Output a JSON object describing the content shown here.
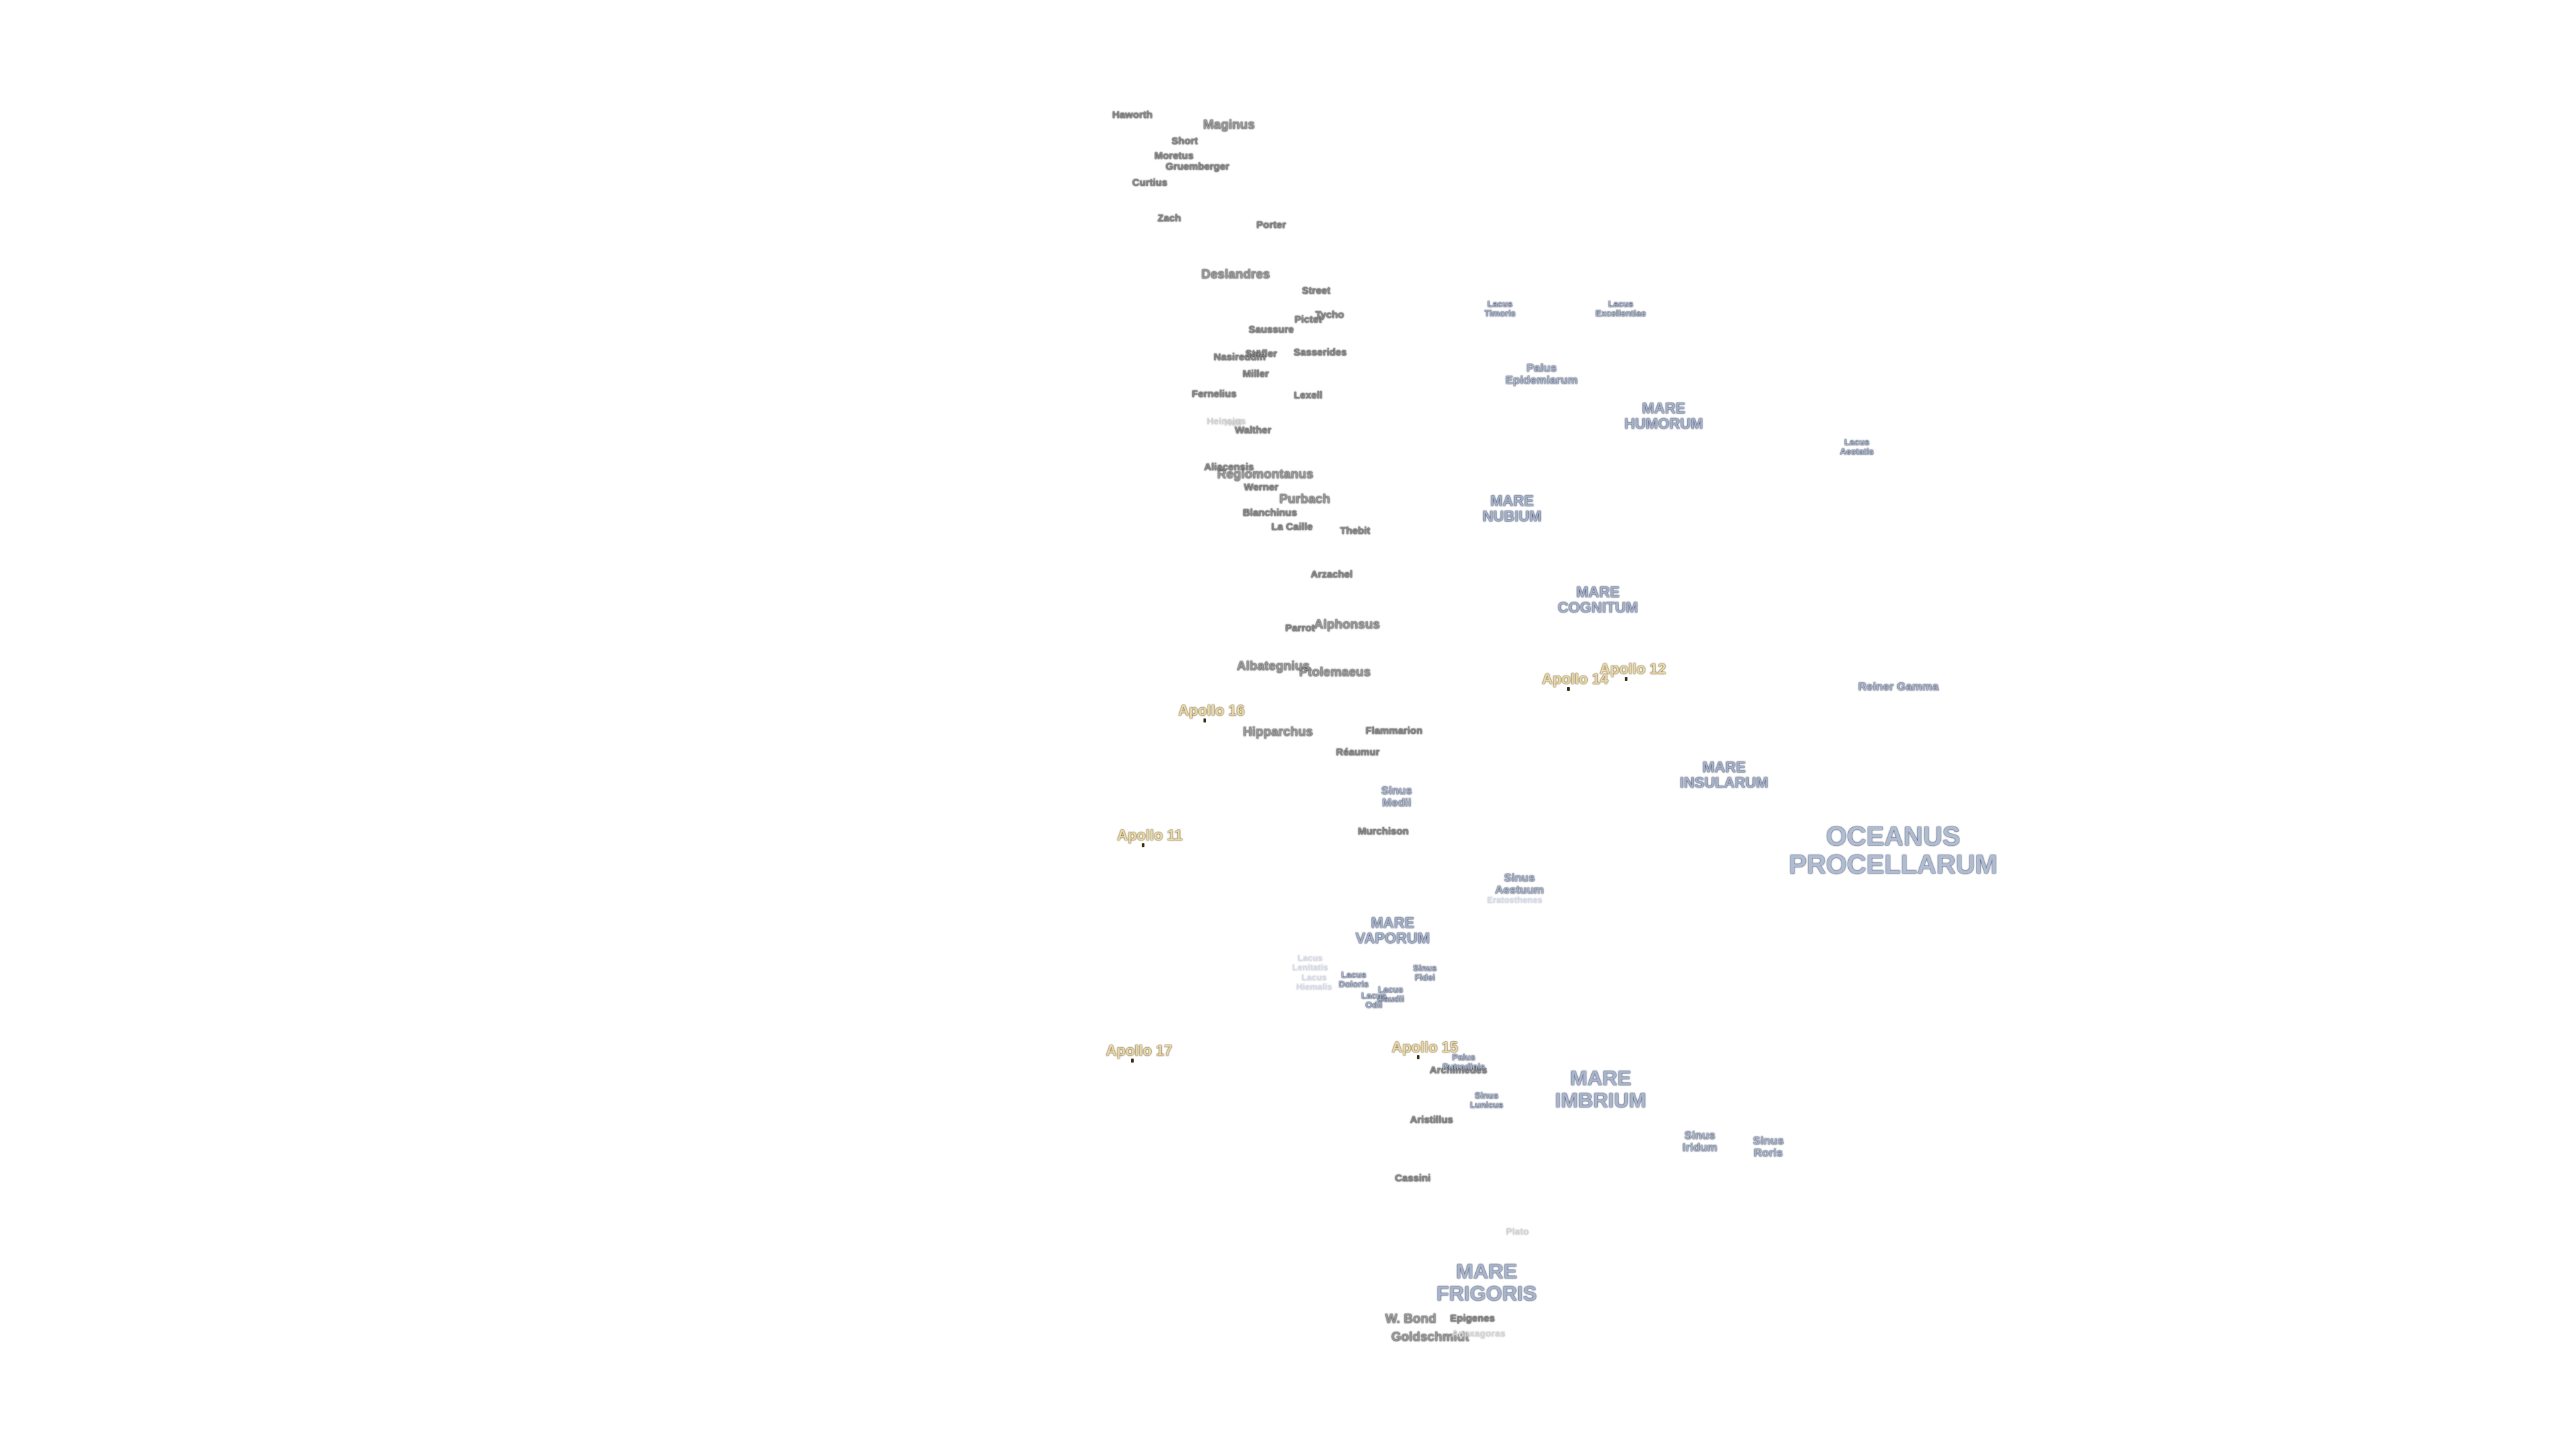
{
  "labels": [
    {
      "text": "Maginus",
      "cls": "crater-lg"
    },
    {
      "text": "Deslandres",
      "cls": "crater-lg"
    },
    {
      "text": "Hipparchus",
      "cls": "crater-lg"
    },
    {
      "text": "Ptolemaeus",
      "cls": "crater-lg"
    },
    {
      "text": "Albategnius",
      "cls": "crater-lg"
    },
    {
      "text": "Alphonsus",
      "cls": "crater-lg"
    },
    {
      "text": "Purbach",
      "cls": "crater-lg"
    },
    {
      "text": "Regiomontanus",
      "cls": "crater-lg"
    },
    {
      "text": "W. Bond",
      "cls": "crater-lg"
    },
    {
      "text": "Goldschmidt",
      "cls": "crater-lg"
    },
    {
      "text": "Haworth",
      "cls": "crater"
    },
    {
      "text": "Short",
      "cls": "crater"
    },
    {
      "text": "Moretus",
      "cls": "crater"
    },
    {
      "text": "Gruemberger",
      "cls": "crater"
    },
    {
      "text": "Curtius",
      "cls": "crater"
    },
    {
      "text": "Zach",
      "cls": "crater"
    },
    {
      "text": "Porter",
      "cls": "crater"
    },
    {
      "text": "Street",
      "cls": "crater"
    },
    {
      "text": "Pictet",
      "cls": "crater"
    },
    {
      "text": "Tycho",
      "cls": "crater"
    },
    {
      "text": "Saussure",
      "cls": "crater"
    },
    {
      "text": "Stöfler",
      "cls": "crater"
    },
    {
      "text": "Nasireddin",
      "cls": "crater"
    },
    {
      "text": "Sasserides",
      "cls": "crater"
    },
    {
      "text": "Miller",
      "cls": "crater"
    },
    {
      "text": "Lexell",
      "cls": "crater"
    },
    {
      "text": "Fernelius",
      "cls": "crater"
    },
    {
      "text": "Heinsius",
      "cls": "crater-faint"
    },
    {
      "text": "Hell",
      "cls": "crater-faint"
    },
    {
      "text": "Walther",
      "cls": "crater"
    },
    {
      "text": "Aliacensis",
      "cls": "crater"
    },
    {
      "text": "Werner",
      "cls": "crater"
    },
    {
      "text": "Blanchinus",
      "cls": "crater"
    },
    {
      "text": "La Caille",
      "cls": "crater"
    },
    {
      "text": "Thebit",
      "cls": "crater"
    },
    {
      "text": "Arzachel",
      "cls": "crater"
    },
    {
      "text": "Parrot",
      "cls": "crater"
    },
    {
      "text": "Flammarion",
      "cls": "crater"
    },
    {
      "text": "Réaumur",
      "cls": "crater"
    },
    {
      "text": "Murchison",
      "cls": "crater"
    },
    {
      "text": "Archimedes",
      "cls": "crater"
    },
    {
      "text": "Aristillus",
      "cls": "crater"
    },
    {
      "text": "Cassini",
      "cls": "crater"
    },
    {
      "text": "Plato",
      "cls": "crater-faint"
    },
    {
      "text": "Epigenes",
      "cls": "crater"
    },
    {
      "text": "Anaxagoras",
      "cls": "crater-faint"
    },
    {
      "text": "Lacus\nTimoris",
      "cls": "feature-sm"
    },
    {
      "text": "Lacus\nExcellentiae",
      "cls": "feature-sm"
    },
    {
      "text": "Palus\nEpidemiarum",
      "cls": "feature"
    },
    {
      "text": "Lacus\nAestatis",
      "cls": "feature-sm"
    },
    {
      "text": "Reiner Gamma",
      "cls": "feature"
    },
    {
      "text": "Sinus\nMedii",
      "cls": "feature"
    },
    {
      "text": "Sinus\nAestuum",
      "cls": "feature"
    },
    {
      "text": "Eratosthenes",
      "cls": "feature-faint"
    },
    {
      "text": "Lacus\nLenitatis",
      "cls": "feature-faint"
    },
    {
      "text": "Lacus\nHiemalis",
      "cls": "feature-faint"
    },
    {
      "text": "Lacus\nDoloris",
      "cls": "feature-sm"
    },
    {
      "text": "Lacus\nGaudii",
      "cls": "feature-sm"
    },
    {
      "text": "Sinus\nFidei",
      "cls": "feature-sm"
    },
    {
      "text": "Lacus\nOdii",
      "cls": "feature-sm"
    },
    {
      "text": "Palus\nPutredinis",
      "cls": "feature-sm"
    },
    {
      "text": "Sinus\nLunicus",
      "cls": "feature-sm"
    },
    {
      "text": "Sinus\nIridum",
      "cls": "feature"
    },
    {
      "text": "Sinus\nRoris",
      "cls": "feature"
    },
    {
      "text": "MARE\nHUMORUM",
      "cls": "mare"
    },
    {
      "text": "MARE\nNUBIUM",
      "cls": "mare"
    },
    {
      "text": "MARE\nCOGNITUM",
      "cls": "mare"
    },
    {
      "text": "MARE\nINSULARUM",
      "cls": "mare"
    },
    {
      "text": "MARE\nVAPORUM",
      "cls": "mare"
    },
    {
      "text": "MARE\nIMBRIUM",
      "cls": "mare-lg"
    },
    {
      "text": "MARE\nFRIGORIS",
      "cls": "mare-lg"
    },
    {
      "text": "OCEANUS\nPROCELLARUM",
      "cls": "mare-xl"
    },
    {
      "text": "Apollo 16",
      "cls": "apollo"
    },
    {
      "text": "Apollo 14",
      "cls": "apollo"
    },
    {
      "text": "Apollo 12",
      "cls": "apollo"
    },
    {
      "text": "Apollo 11",
      "cls": "apollo"
    },
    {
      "text": "Apollo 17",
      "cls": "apollo"
    },
    {
      "text": "Apollo 15",
      "cls": "apollo"
    }
  ]
}
